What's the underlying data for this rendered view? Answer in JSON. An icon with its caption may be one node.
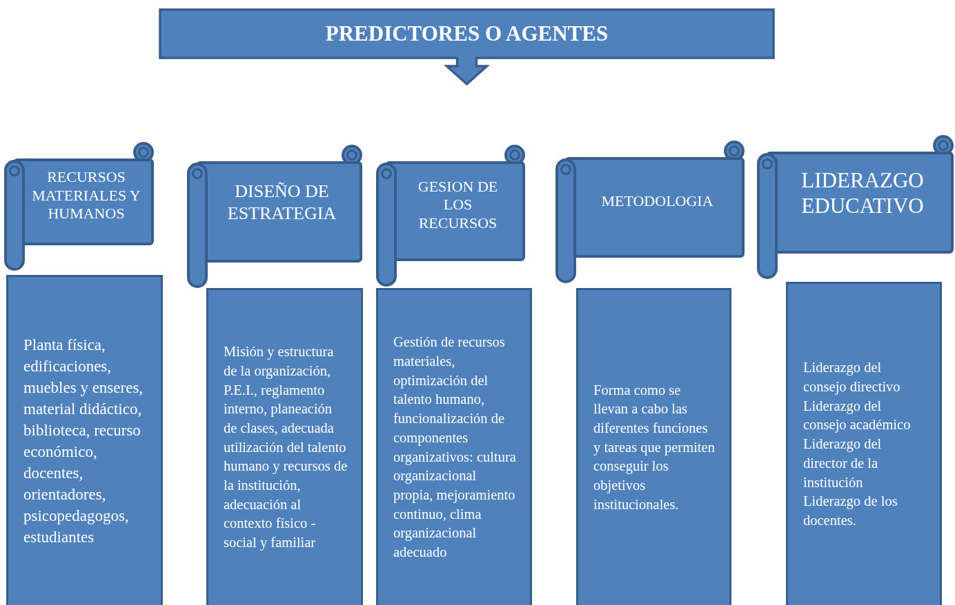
{
  "diagram": {
    "nodes": [
      {
        "text": [
          "PREDICTORES O AGENTES"
        ]
      },
      {
        "text": [
          "RECURSOS MATERIALES Y HUMANOS"
        ]
      },
      {
        "text": [
          "DISEÑO DE ESTRATEGIA"
        ]
      },
      {
        "text": [
          "GESION DE LOS RECURSOS"
        ]
      },
      {
        "text": [
          "METODOLOGIA"
        ]
      },
      {
        "text": [
          "LIDERAZGO EDUCATIVO"
        ]
      },
      {
        "text": [
          "Planta física, edificaciones, muebles y enseres, material didáctico, biblioteca, recurso económico, docentes, orientadores, psicopedagogos, estudiantes"
        ]
      },
      {
        "text": [
          "Misión y estructura de la organización, P.E.I., reglamento interno, planeación de clases, adecuada utilización del talento humano y recursos de la institución, adecuación al contexto físico - social y familiar"
        ]
      },
      {
        "text": [
          "Gestión de recursos materiales, optimización del talento humano, funcionalización de componentes organizativos: cultura organizacional propia, mejoramiento continuo, clima organizacional adecuado"
        ]
      },
      {
        "text": [
          "Forma como se llevan a cabo las diferentes funciones y tareas que permiten conseguir los objetivos institucionales."
        ]
      },
      {
        "text": [
          "Liderazgo del consejo directivo",
          "Liderazgo del consejo académico",
          "Liderazgo del director de la institución",
          "Liderazgo de los docentes."
        ]
      }
    ]
  }
}
